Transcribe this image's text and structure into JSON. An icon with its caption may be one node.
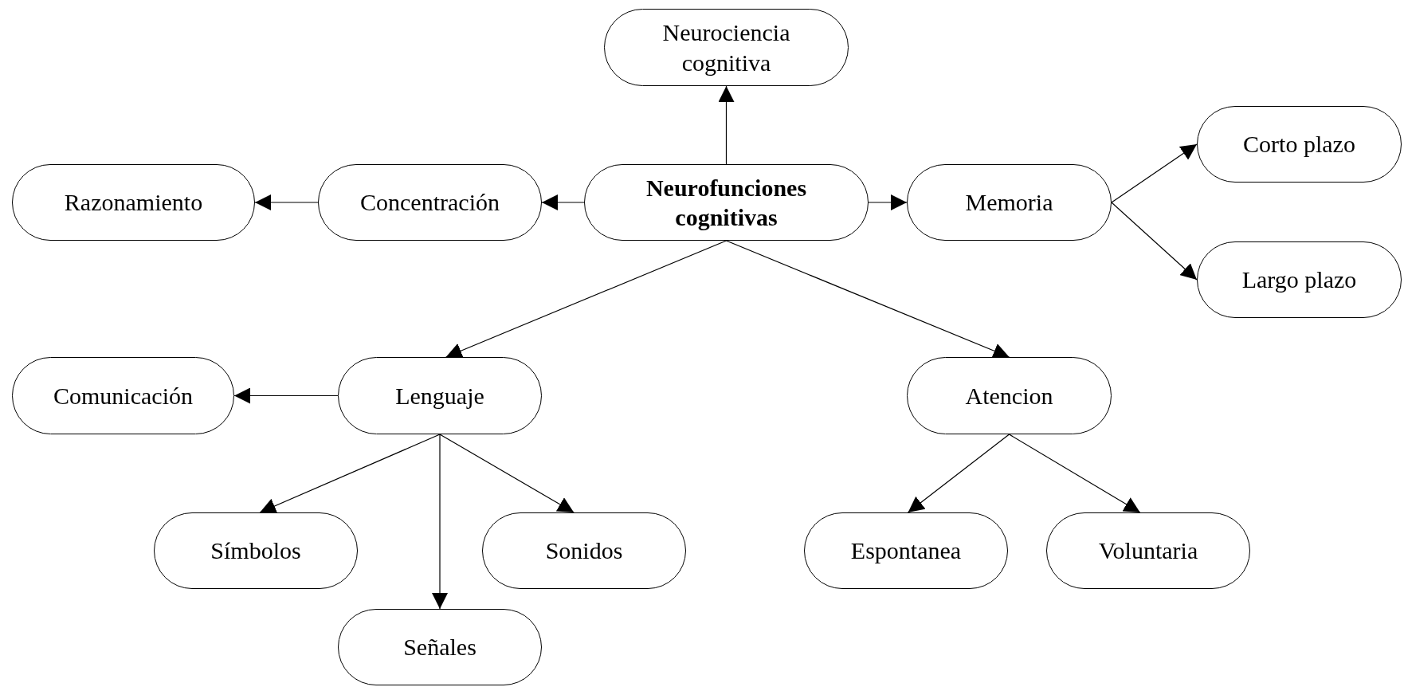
{
  "diagram": {
    "nodes": [
      {
        "text": [
          "Neurofunciones cognitivas"
        ]
      },
      {
        "text": [
          "Neurociencia cognitiva"
        ]
      },
      {
        "text": [
          "Concentración"
        ]
      },
      {
        "text": [
          "Razonamiento"
        ]
      },
      {
        "text": [
          "Memoria"
        ]
      },
      {
        "text": [
          "Corto plazo"
        ]
      },
      {
        "text": [
          "Largo plazo"
        ]
      },
      {
        "text": [
          "Lenguaje"
        ]
      },
      {
        "text": [
          "Comunicación"
        ]
      },
      {
        "text": [
          "Atencion"
        ]
      },
      {
        "text": [
          "Símbolos"
        ]
      },
      {
        "text": [
          "Sonidos"
        ]
      },
      {
        "text": [
          "Señales"
        ]
      },
      {
        "text": [
          "Espontanea"
        ]
      },
      {
        "text": [
          "Voluntaria"
        ]
      }
    ],
    "edges": [
      {
        "from": 0,
        "to": 1,
        "arrow": "to"
      },
      {
        "from": 0,
        "to": 2,
        "arrow": "to"
      },
      {
        "from": 2,
        "to": 3,
        "arrow": "to"
      },
      {
        "from": 0,
        "to": 4,
        "arrow": "to"
      },
      {
        "from": 4,
        "to": 5,
        "arrow": "to"
      },
      {
        "from": 4,
        "to": 6,
        "arrow": "to"
      },
      {
        "from": 0,
        "to": 7,
        "arrow": "to"
      },
      {
        "from": 0,
        "to": 9,
        "arrow": "to"
      },
      {
        "from": 7,
        "to": 8,
        "arrow": "to"
      },
      {
        "from": 7,
        "to": 10,
        "arrow": "to"
      },
      {
        "from": 7,
        "to": 12,
        "arrow": "to"
      },
      {
        "from": 7,
        "to": 11,
        "arrow": "to"
      },
      {
        "from": 9,
        "to": 13,
        "arrow": "to"
      },
      {
        "from": 9,
        "to": 14,
        "arrow": "to"
      }
    ]
  }
}
